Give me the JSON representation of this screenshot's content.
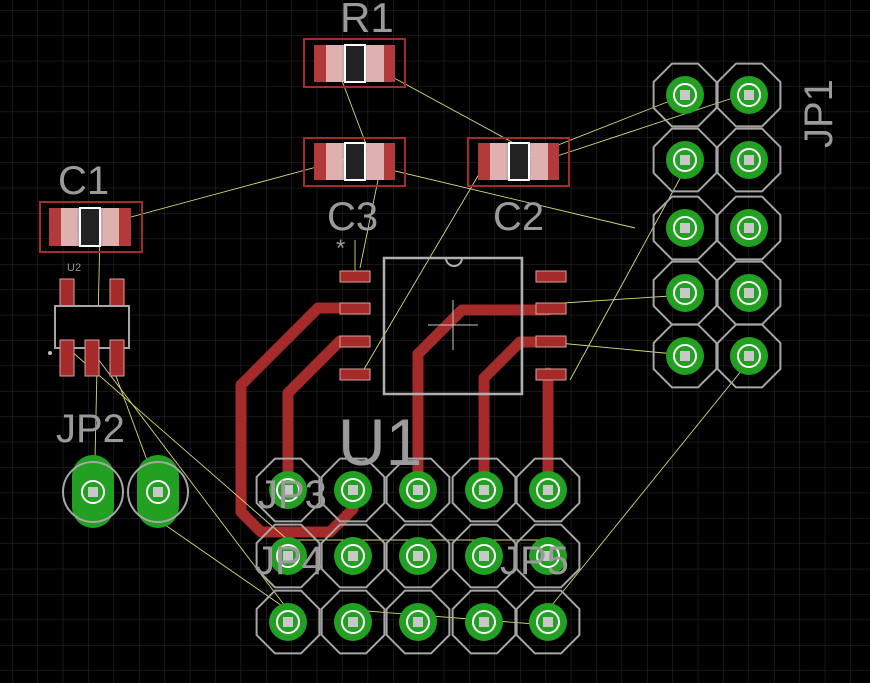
{
  "colors": {
    "background": "#000000",
    "grid": "#2e2e2e",
    "silkscreen": "#a6a6a6",
    "top_copper": "#a52a2a",
    "pad_green": "#22a022",
    "drill": "#d8d8d8",
    "airwire": "#d7d770"
  },
  "labels": {
    "r1": "R1",
    "c1": "C1",
    "c3": "C3",
    "c2": "C2",
    "jp1": "JP1",
    "jp2": "JP2",
    "jp3": "JP3",
    "jp4": "JP4",
    "jp5": "JP5",
    "u1": "U1",
    "u2": "U2",
    "pin1_marker": "*"
  }
}
